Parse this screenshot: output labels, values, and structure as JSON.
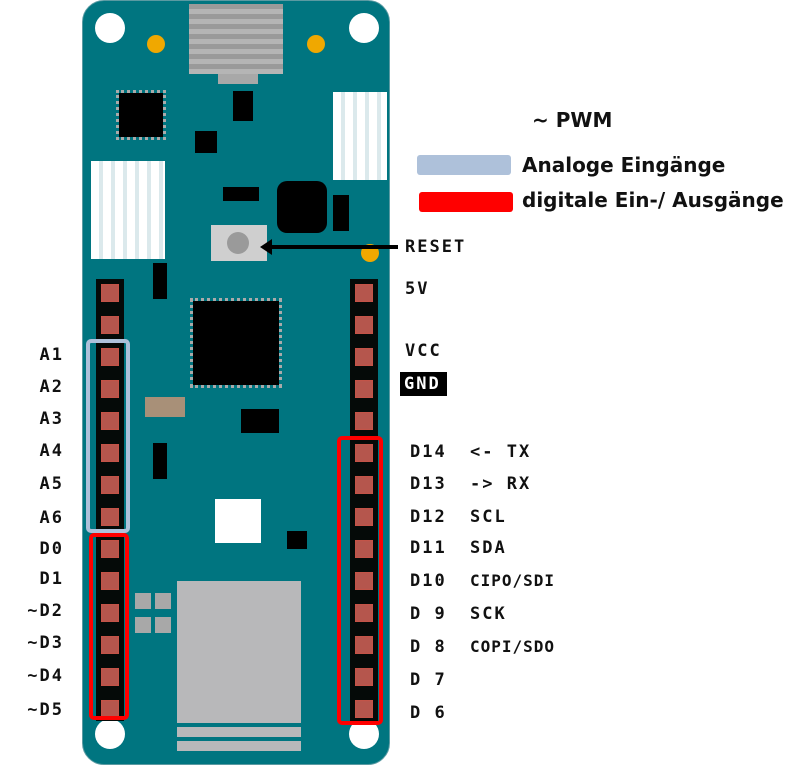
{
  "legend": {
    "pwm": "~ PWM",
    "analog": {
      "label": "Analoge Eingänge",
      "color": "#aec1da"
    },
    "digital": {
      "label": "digitale Ein-/ Ausgänge",
      "color": "#ff0000"
    }
  },
  "board": {
    "pcb_color": "#007580",
    "pin_color": "#b5564d"
  },
  "reset_label": "RESET",
  "left_labels": [
    "A1",
    "A2",
    "A3",
    "A4",
    "A5",
    "A6",
    "D0",
    "D1",
    "~D2",
    "~D3",
    "~D4",
    "~D5"
  ],
  "right_labels": {
    "v5": "5V",
    "vcc": "VCC",
    "gnd": "GND",
    "digital": [
      {
        "pin": "D14",
        "func": "<- TX"
      },
      {
        "pin": "D13",
        "func": "-> RX"
      },
      {
        "pin": "D12",
        "func": "SCL"
      },
      {
        "pin": "D11",
        "func": "SDA"
      },
      {
        "pin": "D10",
        "func": "CIPO/SDI"
      },
      {
        "pin": "D 9",
        "func": "SCK"
      },
      {
        "pin": "D 8",
        "func": "COPI/SDO"
      },
      {
        "pin": "D 7",
        "func": ""
      },
      {
        "pin": "D 6",
        "func": ""
      }
    ]
  }
}
